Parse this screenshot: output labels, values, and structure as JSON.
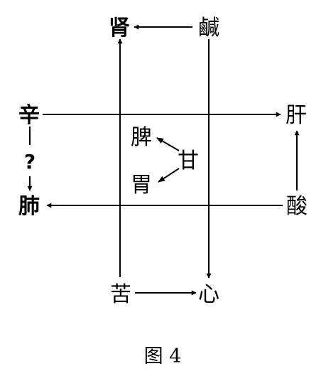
{
  "labels": {
    "kidney": "肾",
    "salty": "鹹",
    "pungent": "辛",
    "liver": "肝",
    "spleen": "脾",
    "sweet": "甘",
    "stomach": "胃",
    "lung": "肺",
    "sour": "酸",
    "bitter": "苦",
    "heart": "心",
    "question_mark": "?",
    "figure_caption": "图 4"
  },
  "colors": {
    "ink": "#000000",
    "background": "#ffffff"
  }
}
